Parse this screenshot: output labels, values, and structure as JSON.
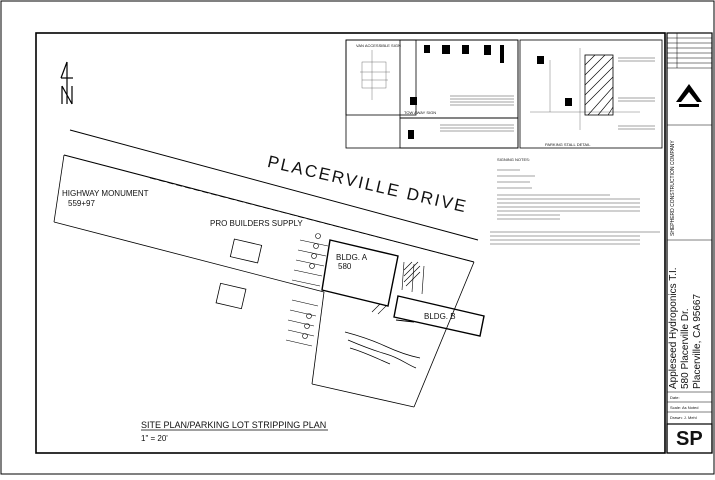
{
  "drawing": {
    "north_label": "N",
    "road_name": "PLACERVILLE DRIVE",
    "monument_label": "HIGHWAY MONUMENT",
    "monument_station": "559+97",
    "neighbor_label": "PRO BUILDERS SUPPLY",
    "building_a_label": "BLDG. A",
    "building_a_number": "580",
    "building_b_label": "BLDG. B",
    "plan_title": "SITE PLAN/PARKING LOT STRIPPING PLAN",
    "plan_scale": "1\" = 20'",
    "site_notes_heading": "SIGNING NOTES:"
  },
  "title_block": {
    "company": "SHEPHERD CONSTRUCTION COMPANY",
    "project_name": "Appleseed Hydroponics T.I.",
    "project_address": "580 Placerville Dr.",
    "project_city": "Placerville, CA 95667",
    "sheet_id": "SP",
    "drawn_label": "Date:",
    "scale_label": "Scale: As Noted",
    "drawn_by_label": "Drawn: J. Mehl"
  },
  "detail_headings": {
    "van_sign": "VAN ACCESSIBLE SIGN",
    "tow_away": "TOW AWAY SIGN",
    "parking_detail": "PARKING STALL DETAIL"
  }
}
